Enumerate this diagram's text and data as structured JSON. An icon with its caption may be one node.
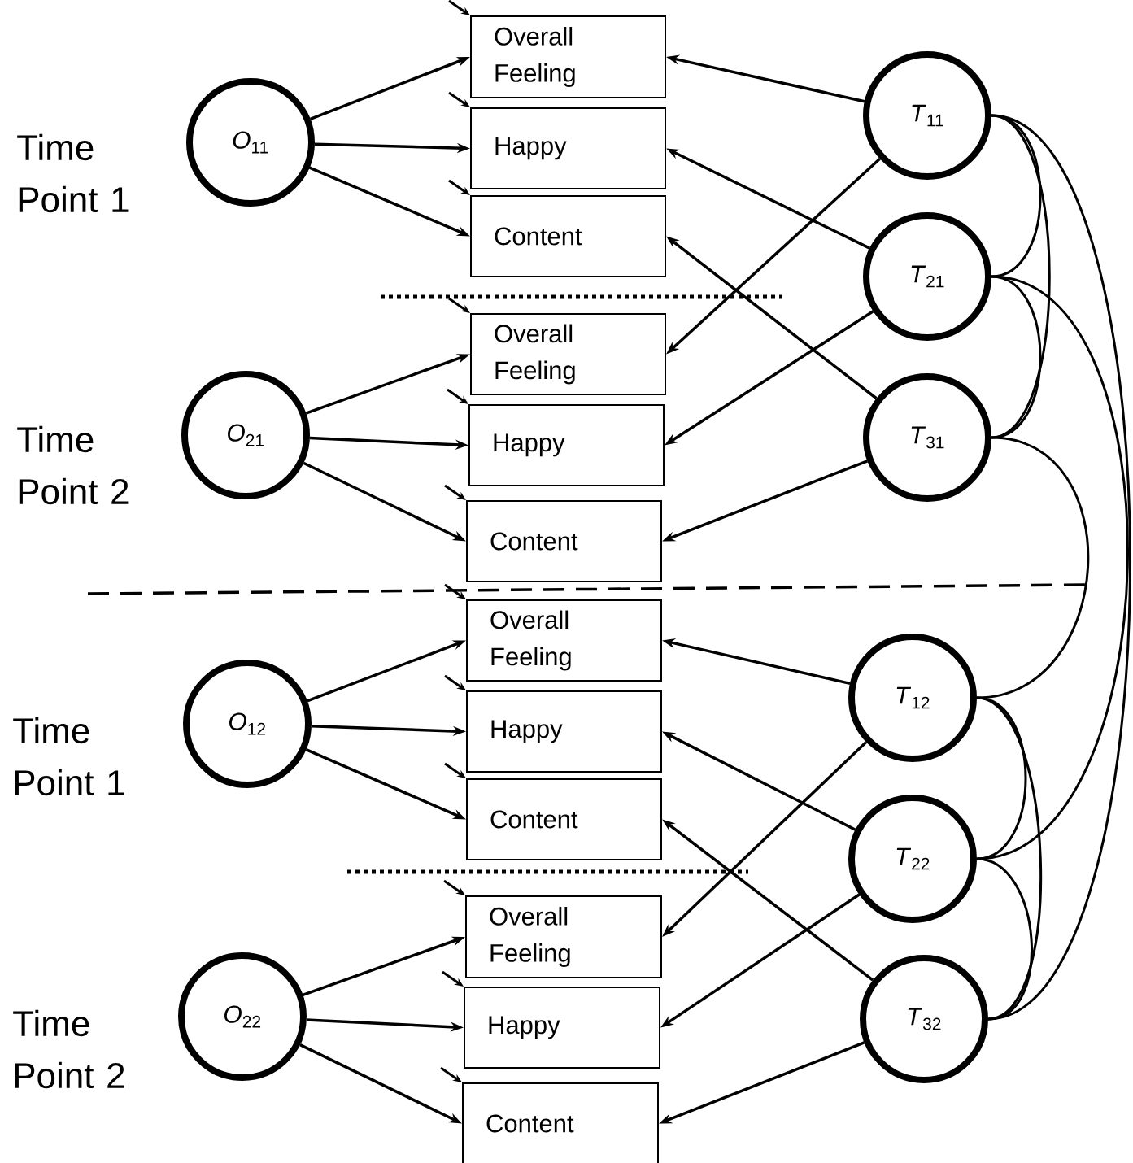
{
  "diagram": {
    "nodes": [
      {
        "text": [
          "*O*$_{11}$"
        ]
      },
      {
        "text": [
          "Overall Feeling"
        ]
      },
      {
        "text": [
          "Happy"
        ]
      },
      {
        "text": [
          "Content"
        ]
      },
      {
        "text": [
          "*T*$_{11}$"
        ]
      },
      {
        "text": [
          "*T*$_{21}$"
        ]
      },
      {
        "text": [
          "*T*$_{31}$"
        ]
      },
      {
        "text": [
          "*O*$_{21}$"
        ]
      },
      {
        "text": [
          "Overall Feeling"
        ]
      },
      {
        "text": [
          "Happy"
        ]
      },
      {
        "text": [
          "Content"
        ]
      },
      {
        "text": [
          "*O*$_{12}$"
        ]
      },
      {
        "text": [
          "Overall Feeling"
        ]
      },
      {
        "text": [
          "Happy"
        ]
      },
      {
        "text": [
          "Content"
        ]
      },
      {
        "text": [
          "*T*$_{12}$"
        ]
      },
      {
        "text": [
          "*T*$_{22}$"
        ]
      },
      {
        "text": [
          "*T*$_{32}$"
        ]
      },
      {
        "text": [
          "*O*$_{22}$"
        ]
      },
      {
        "text": [
          "Overall Feeling"
        ]
      },
      {
        "text": [
          "Happy"
        ]
      },
      {
        "text": [
          "Content"
        ]
      }
    ],
    "edges": [
      {
        "from": 0,
        "to": 1,
        "arrow": "to"
      },
      {
        "from": 0,
        "to": 2,
        "arrow": "to"
      },
      {
        "from": 0,
        "to": 3,
        "arrow": "to"
      },
      {
        "from": 4,
        "to": 1,
        "arrow": "to"
      },
      {
        "from": 5,
        "to": 2,
        "arrow": "to"
      },
      {
        "from": 6,
        "to": 3,
        "arrow": "to"
      },
      {
        "from": 4,
        "to": 8,
        "arrow": "to"
      },
      {
        "from": 5,
        "to": 9,
        "arrow": "to"
      },
      {
        "from": 6,
        "to": 10,
        "arrow": "to"
      },
      {
        "from": 7,
        "to": 8,
        "arrow": "to"
      },
      {
        "from": 7,
        "to": 9,
        "arrow": "to"
      },
      {
        "from": 7,
        "to": 10,
        "arrow": "to"
      },
      {
        "from": 11,
        "to": 12,
        "arrow": "to"
      },
      {
        "from": 11,
        "to": 13,
        "arrow": "to"
      },
      {
        "from": 11,
        "to": 14,
        "arrow": "to"
      },
      {
        "from": 15,
        "to": 12,
        "arrow": "to"
      },
      {
        "from": 16,
        "to": 13,
        "arrow": "to"
      },
      {
        "from": 17,
        "to": 14,
        "arrow": "to"
      },
      {
        "from": 15,
        "to": 19,
        "arrow": "to"
      },
      {
        "from": 16,
        "to": 20,
        "arrow": "to"
      },
      {
        "from": 17,
        "to": 21,
        "arrow": "to"
      },
      {
        "from": 18,
        "to": 19,
        "arrow": "to"
      },
      {
        "from": 18,
        "to": 20,
        "arrow": "to"
      },
      {
        "from": 18,
        "to": 21,
        "arrow": "to"
      },
      {
        "from": null,
        "to": 1,
        "arrow": "to"
      },
      {
        "from": null,
        "to": 2,
        "arrow": "to"
      },
      {
        "from": null,
        "to": 3,
        "arrow": "to"
      },
      {
        "from": null,
        "to": 8,
        "arrow": "to"
      },
      {
        "from": null,
        "to": 9,
        "arrow": "to"
      },
      {
        "from": null,
        "to": 10,
        "arrow": "to"
      },
      {
        "from": null,
        "to": 12,
        "arrow": "to"
      },
      {
        "from": null,
        "to": 13,
        "arrow": "to"
      },
      {
        "from": null,
        "to": 14,
        "arrow": "to"
      },
      {
        "from": null,
        "to": 19,
        "arrow": "to"
      },
      {
        "from": null,
        "to": 20,
        "arrow": "to"
      },
      {
        "from": null,
        "to": 21,
        "arrow": "to"
      },
      {
        "from": 4,
        "to": 5,
        "arrow": "none"
      },
      {
        "from": 4,
        "to": 6,
        "arrow": "none"
      },
      {
        "from": 5,
        "to": 6,
        "arrow": "none"
      },
      {
        "from": 15,
        "to": 16,
        "arrow": "none"
      },
      {
        "from": 15,
        "to": 17,
        "arrow": "none"
      },
      {
        "from": 16,
        "to": 17,
        "arrow": "none"
      },
      {
        "from": 4,
        "to": 17,
        "arrow": "none"
      },
      {
        "from": 5,
        "to": 16,
        "arrow": "none"
      },
      {
        "from": 6,
        "to": 15,
        "arrow": "none"
      }
    ],
    "labels": [
      "Time Point 1",
      "Time Point 2",
      "Time Point 1",
      "Time Point 2"
    ]
  }
}
